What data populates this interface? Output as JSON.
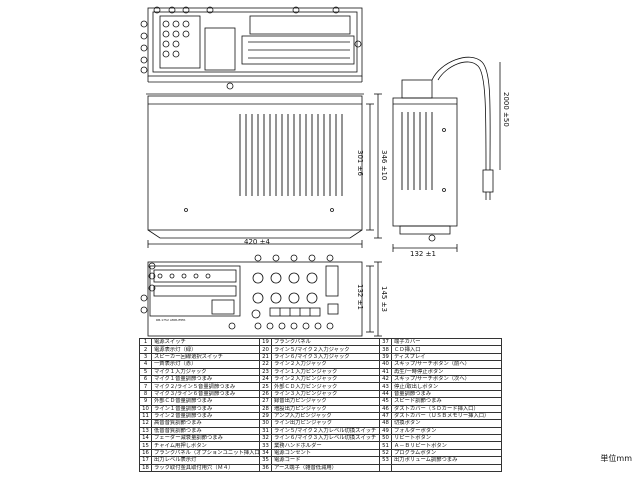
{
  "dimensions": {
    "width": "420 ±4",
    "depth_total": "346 ±10",
    "depth_body": "301 ±6",
    "side_width": "132 ±1",
    "front_height": "145 ±3",
    "front_inner_height": "132 ±1",
    "cord_length": "2000 ±50"
  },
  "unit_label": "単位mm",
  "front_panel_text": "RB-1752 AMPLIFIER",
  "legend": [
    {
      "n": "1",
      "t": "電源スイッチ"
    },
    {
      "n": "2",
      "t": "電源表示灯（緑）"
    },
    {
      "n": "3",
      "t": "スピーカー回線選択スイッチ"
    },
    {
      "n": "4",
      "t": "一斉表示灯（赤）"
    },
    {
      "n": "5",
      "t": "マイク１入力ジャック"
    },
    {
      "n": "6",
      "t": "マイク１音量調節つまみ"
    },
    {
      "n": "7",
      "t": "マイク２/ライン５音量調節つまみ"
    },
    {
      "n": "8",
      "t": "マイク３/ライン６音量調節つまみ"
    },
    {
      "n": "9",
      "t": "外部ＣＤ音量調節つまみ"
    },
    {
      "n": "10",
      "t": "ライン１音量調節つまみ"
    },
    {
      "n": "11",
      "t": "ライン２音量調節つまみ"
    },
    {
      "n": "12",
      "t": "高音音質調節つまみ"
    },
    {
      "n": "13",
      "t": "低音音質調節つまみ"
    },
    {
      "n": "14",
      "t": "フェーダー減衰量調節つまみ"
    },
    {
      "n": "15",
      "t": "チャイム用押しボタン"
    },
    {
      "n": "16",
      "t": "ブランクパネル（オプションユニット挿入口）"
    },
    {
      "n": "17",
      "t": "出力レベル表示灯"
    },
    {
      "n": "18",
      "t": "ラック取付金具取付用穴（Ｍ４）"
    },
    {
      "n": "19",
      "t": "ブランクパネル"
    },
    {
      "n": "20",
      "t": "ライン５/マイク２入力ジャック"
    },
    {
      "n": "21",
      "t": "ライン６/マイク３入力ジャック"
    },
    {
      "n": "22",
      "t": "ライン２入力ジャック"
    },
    {
      "n": "23",
      "t": "ライン１入力ピンジャック"
    },
    {
      "n": "24",
      "t": "ライン２入力ピンジャック"
    },
    {
      "n": "25",
      "t": "外部ＣＤ入力ピンジャック"
    },
    {
      "n": "26",
      "t": "ライン３入力ピンジャック"
    },
    {
      "n": "27",
      "t": "録音出力ピンジャック"
    },
    {
      "n": "28",
      "t": "増設出力ピンジャック"
    },
    {
      "n": "29",
      "t": "アンプ入力ピンジャック"
    },
    {
      "n": "30",
      "t": "ライン出力ピンジャック"
    },
    {
      "n": "31",
      "t": "ライン５/マイク２入力レベル切換スイッチ"
    },
    {
      "n": "32",
      "t": "ライン６/マイク３入力レベル切換スイッチ"
    },
    {
      "n": "33",
      "t": "業務ハンドホルダー"
    },
    {
      "n": "34",
      "t": "電源コンセント"
    },
    {
      "n": "35",
      "t": "電源コード"
    },
    {
      "n": "36",
      "t": "アース端子（雑音低減用）"
    },
    {
      "n": "37",
      "t": "端子カバー"
    },
    {
      "n": "38",
      "t": "ＣＤ挿入口"
    },
    {
      "n": "39",
      "t": "ディスプレイ"
    },
    {
      "n": "40",
      "t": "スキップ/サーチボタン（前へ）"
    },
    {
      "n": "41",
      "t": "再生/一時停止ボタン"
    },
    {
      "n": "42",
      "t": "スキップ/サーチボタン（次へ）"
    },
    {
      "n": "43",
      "t": "停止/取出しボタン"
    },
    {
      "n": "44",
      "t": "音量調節つまみ"
    },
    {
      "n": "45",
      "t": "スピード調節つまみ"
    },
    {
      "n": "46",
      "t": "ダストカバー（ＳＤカード挿入口）"
    },
    {
      "n": "47",
      "t": "ダストカバー（ＵＳＢメモリー挿入口）"
    },
    {
      "n": "48",
      "t": "切換ボタン"
    },
    {
      "n": "49",
      "t": "フォルダーボタン"
    },
    {
      "n": "50",
      "t": "リピートボタン"
    },
    {
      "n": "51",
      "t": "Ａ－Ｂリピートボタン"
    },
    {
      "n": "52",
      "t": "プログラムボタン"
    },
    {
      "n": "53",
      "t": "出力ボリューム調節つまみ"
    }
  ]
}
